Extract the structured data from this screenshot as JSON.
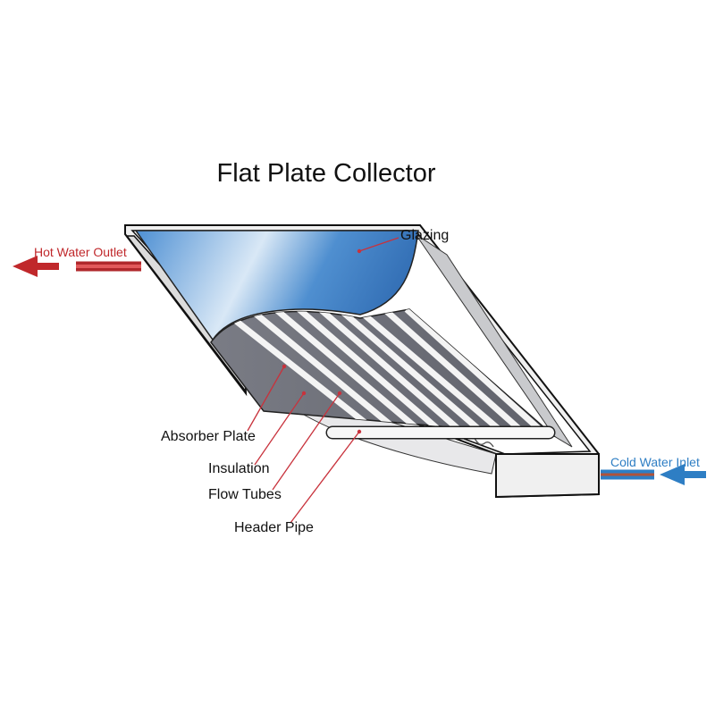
{
  "title": "Flat Plate Collector",
  "labels": {
    "glazing": "Glazing",
    "absorber_plate": "Absorber Plate",
    "insulation": "Insulation",
    "flow_tubes": "Flow Tubes",
    "header_pipe": "Header Pipe",
    "hot_water_outlet": "Hot Water Outlet",
    "cold_water_inlet": "Cold Water Inlet"
  },
  "colors": {
    "hot": "#c0282b",
    "cold": "#2e7ec4",
    "glazing": "#3f82c9",
    "absorber": "#6d6f78",
    "leader": "#c8323c"
  }
}
